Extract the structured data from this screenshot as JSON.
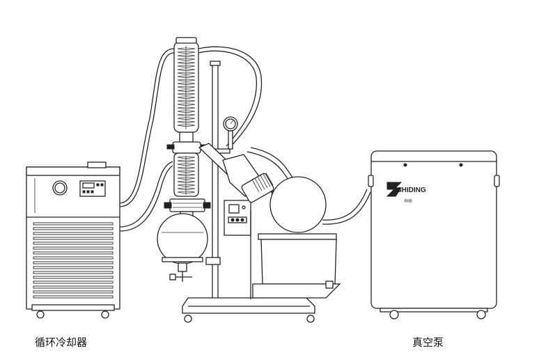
{
  "captions": {
    "chiller": "循环冷却器",
    "vacuum_pump": "真空泵"
  },
  "brand": {
    "logo_text": "SHIDING",
    "logo_sub": "神鼎"
  },
  "colors": {
    "line": "#222222",
    "background": "#ffffff"
  }
}
